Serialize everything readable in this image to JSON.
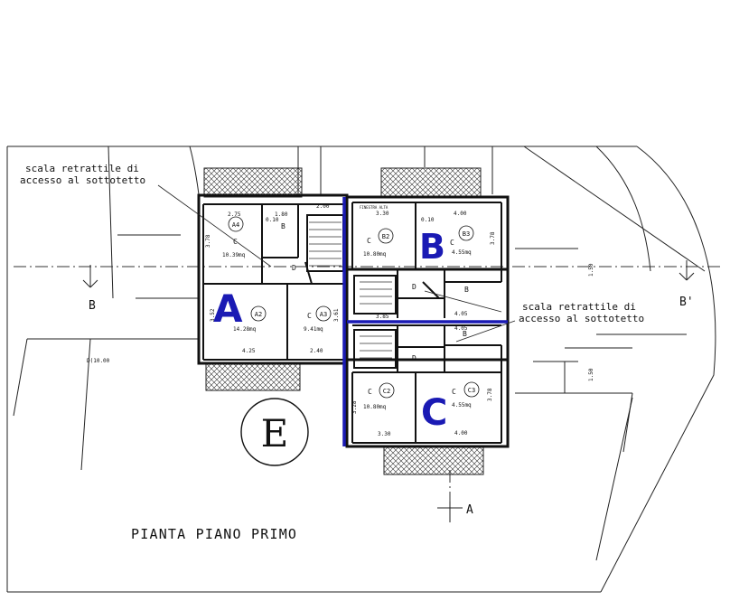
{
  "title": "PIANTA PIANO PRIMO",
  "stair_notes": {
    "left": {
      "line1": "scala retrattile di",
      "line2": "accesso al sottotetto"
    },
    "right": {
      "line1": "scala retrattile di",
      "line2": "accesso al sottotetto"
    }
  },
  "section_marks": {
    "b_left": "B",
    "b_right": "B'",
    "a_bottom": "A"
  },
  "level_label": "E",
  "dimension_label": "D(10.00",
  "units": [
    {
      "letter": "A",
      "color": "#1a1ab4"
    },
    {
      "letter": "B",
      "color": "#1a1ab4"
    },
    {
      "letter": "C",
      "color": "#1a1ab4"
    }
  ],
  "rooms": [
    {
      "code": "A4",
      "type": "C",
      "area": "10.39mq"
    },
    {
      "code": "A2",
      "type": "",
      "area": "14.28mq"
    },
    {
      "code": "A3",
      "type": "C",
      "area": "9.41mq"
    },
    {
      "code": "B2",
      "type": "C",
      "area": "10.80mq"
    },
    {
      "code": "B3",
      "type": "C",
      "area": "4.55mq"
    },
    {
      "code": "C2",
      "type": "C",
      "area": "10.80mq"
    },
    {
      "code": "C3",
      "type": "C",
      "area": "4.55mq"
    }
  ],
  "small_room_labels": {
    "bath_a": "B",
    "bath_b": "B",
    "bath_c": "B",
    "disimpegno_a": "D",
    "disimpegno_b": "D",
    "disimpegno_c": "D"
  },
  "dimensions": {
    "d1": "2.75",
    "d2": "1.80",
    "d3": "2.00",
    "d4": "3.30",
    "d5": "4.00",
    "d6": "4.25",
    "d7": "2.40",
    "d8": "3.85",
    "d9": "4.05",
    "d10": "4.05",
    "d11": "3.30",
    "d12": "4.00",
    "d13": "3.78",
    "d14": "3.78",
    "d15": "3.78",
    "d16": "3.52",
    "d17": "3.61",
    "d18": "3.28",
    "d19": "1.50",
    "d20": "1.50",
    "d21": "0.10",
    "d22": "0.10",
    "d23": "FINESTRA ALTA"
  }
}
